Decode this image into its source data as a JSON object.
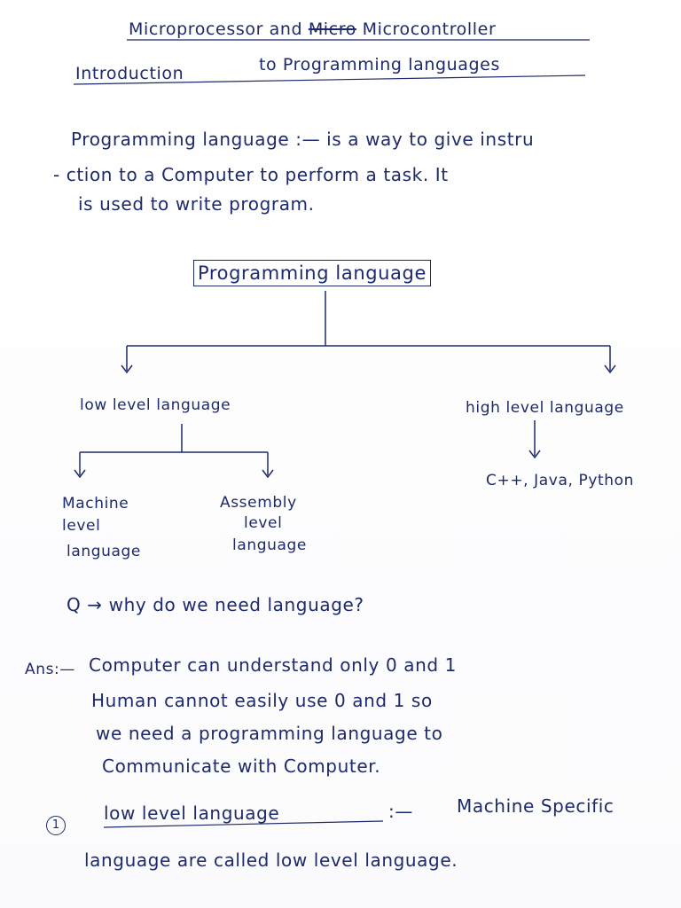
{
  "header": {
    "subject_part1": "Microprocessor and",
    "struck_word": "Micro",
    "subject_part2": "Microcontroller",
    "topic_left": "Introduction",
    "topic_right": "to Programming languages"
  },
  "definition": {
    "line1": "Programming language :— is a way to give instru",
    "line2": "- ction to a Computer to perform a task. It",
    "line3": "is used to write program."
  },
  "tree": {
    "root": "Programming language",
    "low": "low level language",
    "high": "high level language",
    "high_examples": "C++, Java, Python",
    "machine": [
      "Machine",
      "level",
      "language"
    ],
    "assembly": [
      "Assembly",
      "level",
      "language"
    ]
  },
  "question": "Q → why do we need language?",
  "answer": {
    "label": "Ans:—",
    "line1": "Computer can understand only 0 and 1",
    "line2": "Human cannot easily use 0 and 1 so",
    "line3": "we need a programming language to",
    "line4": "Communicate with Computer."
  },
  "section1": {
    "number": "1",
    "heading": "low level language",
    "sep": ":—",
    "text1": "Machine Specific",
    "text2": "language are called low level language."
  }
}
